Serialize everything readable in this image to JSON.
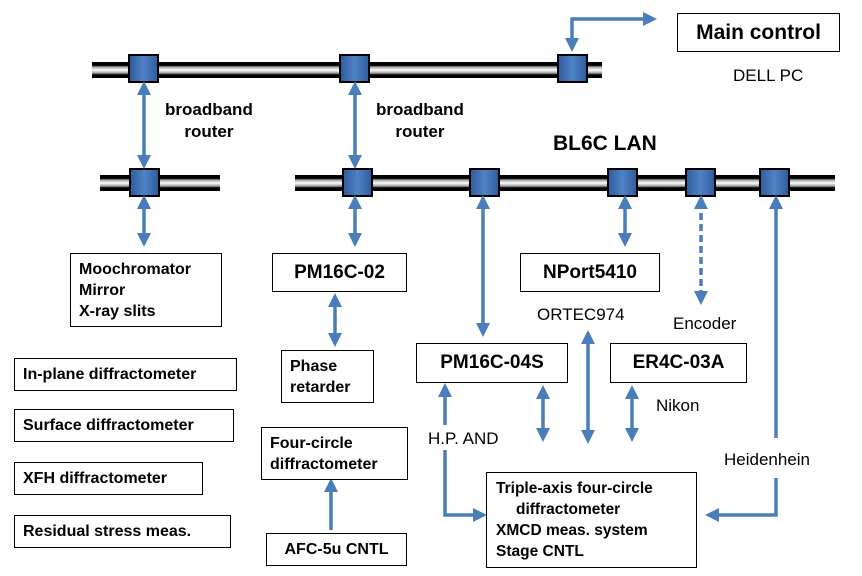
{
  "title": "BL6C LAN",
  "main_control": {
    "label": "Main control",
    "sublabel": "DELL PC"
  },
  "routers": [
    {
      "line1": "broadband",
      "line2": "router"
    },
    {
      "line1": "broadband",
      "line2": "router"
    }
  ],
  "devices": {
    "mono_box": [
      "Moochromator",
      "Mirror",
      "X-ray slits"
    ],
    "pm16c02": "PM16C-02",
    "nport": "NPort5410",
    "pm16c04s": "PM16C-04S",
    "er4c03a": "ER4C-03A",
    "phase_retarder": [
      "Phase",
      "retarder"
    ],
    "four_circle": [
      "Four-circle",
      "diffractometer"
    ],
    "afc": "AFC-5u CNTL",
    "triple_axis": [
      "Triple-axis four-circle",
      "diffractometer",
      "XMCD meas. system",
      "Stage CNTL"
    ]
  },
  "instruments": [
    "In-plane diffractometer",
    "Surface diffractometer",
    "XFH diffractometer",
    "Residual stress meas."
  ],
  "annotations": {
    "ortec": "ORTEC974",
    "encoder": "Encoder",
    "nikon": "Nikon",
    "hp_and": "H.P. AND",
    "heidenhein": "Heidenhein"
  },
  "colors": {
    "arrow": "#4a7ebb",
    "node": "#3c6aaf",
    "line": "#000000"
  }
}
